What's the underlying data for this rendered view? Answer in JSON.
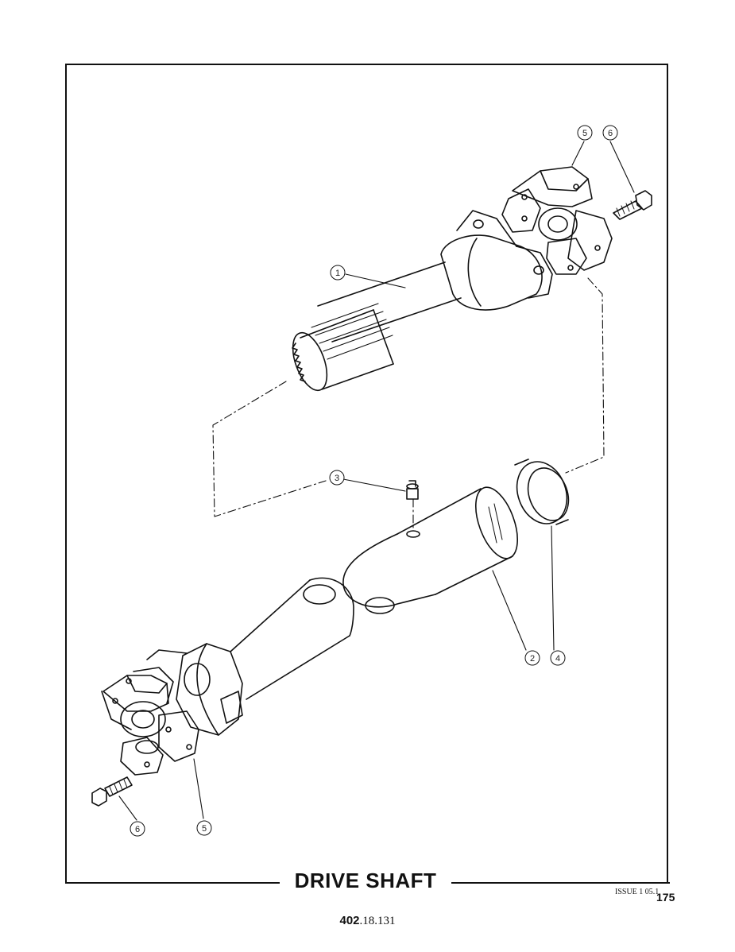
{
  "page": {
    "title": "DRIVE SHAFT",
    "issue": "ISSUE 1 05.1",
    "page_number": "175",
    "part_prefix": "402",
    "part_suffix": ".18.131"
  },
  "callouts": [
    {
      "id": "callout-1",
      "label": "1"
    },
    {
      "id": "callout-2",
      "label": "2"
    },
    {
      "id": "callout-3",
      "label": "3"
    },
    {
      "id": "callout-4",
      "label": "4"
    },
    {
      "id": "callout-5-top",
      "label": "5"
    },
    {
      "id": "callout-6-top",
      "label": "6"
    },
    {
      "id": "callout-5-bottom",
      "label": "5"
    },
    {
      "id": "callout-6-bottom",
      "label": "6"
    }
  ]
}
